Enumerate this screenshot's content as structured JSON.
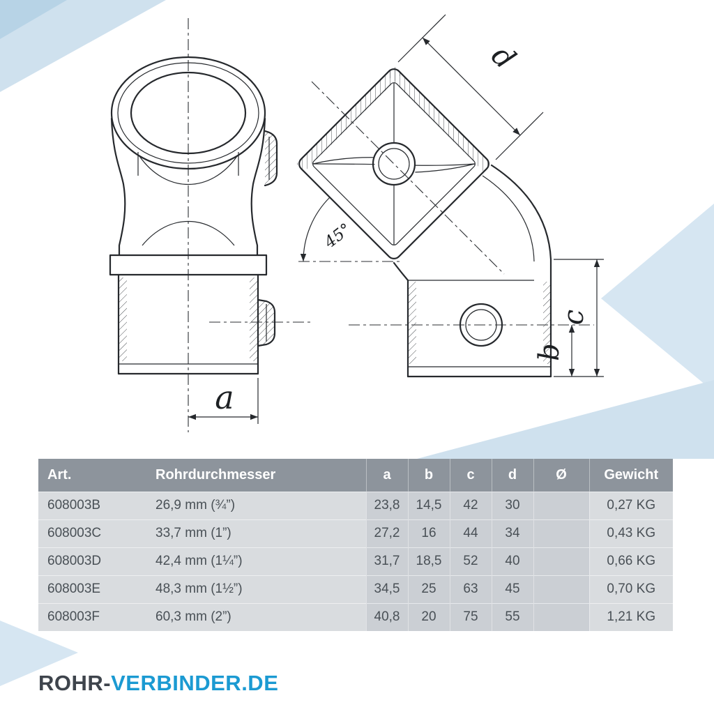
{
  "brand": {
    "logo_part1": "ROHR-",
    "logo_part2": "VERBINDER.DE",
    "accent_color": "#1b9ad2"
  },
  "drawing": {
    "dim_a": "a",
    "dim_b": "b",
    "dim_c": "c",
    "dim_d": "d",
    "angle": "45°"
  },
  "table": {
    "headers": [
      "Art.",
      "Rohrdurchmesser",
      "a",
      "b",
      "c",
      "d",
      "Ø",
      "Gewicht"
    ],
    "rows": [
      [
        "608003B",
        "26,9 mm (¾”)",
        "23,8",
        "14,5",
        "42",
        "30",
        "",
        "0,27 KG"
      ],
      [
        "608003C",
        "33,7 mm (1”)",
        "27,2",
        "16",
        "44",
        "34",
        "",
        "0,43 KG"
      ],
      [
        "608003D",
        "42,4 mm (1¼”)",
        "31,7",
        "18,5",
        "52",
        "40",
        "",
        "0,66 KG"
      ],
      [
        "608003E",
        "48,3 mm (1½”)",
        "34,5",
        "25",
        "63",
        "45",
        "",
        "0,70 KG"
      ],
      [
        "608003F",
        "60,3 mm (2”)",
        "40,8",
        "20",
        "75",
        "55",
        "",
        "1,21 KG"
      ]
    ]
  }
}
